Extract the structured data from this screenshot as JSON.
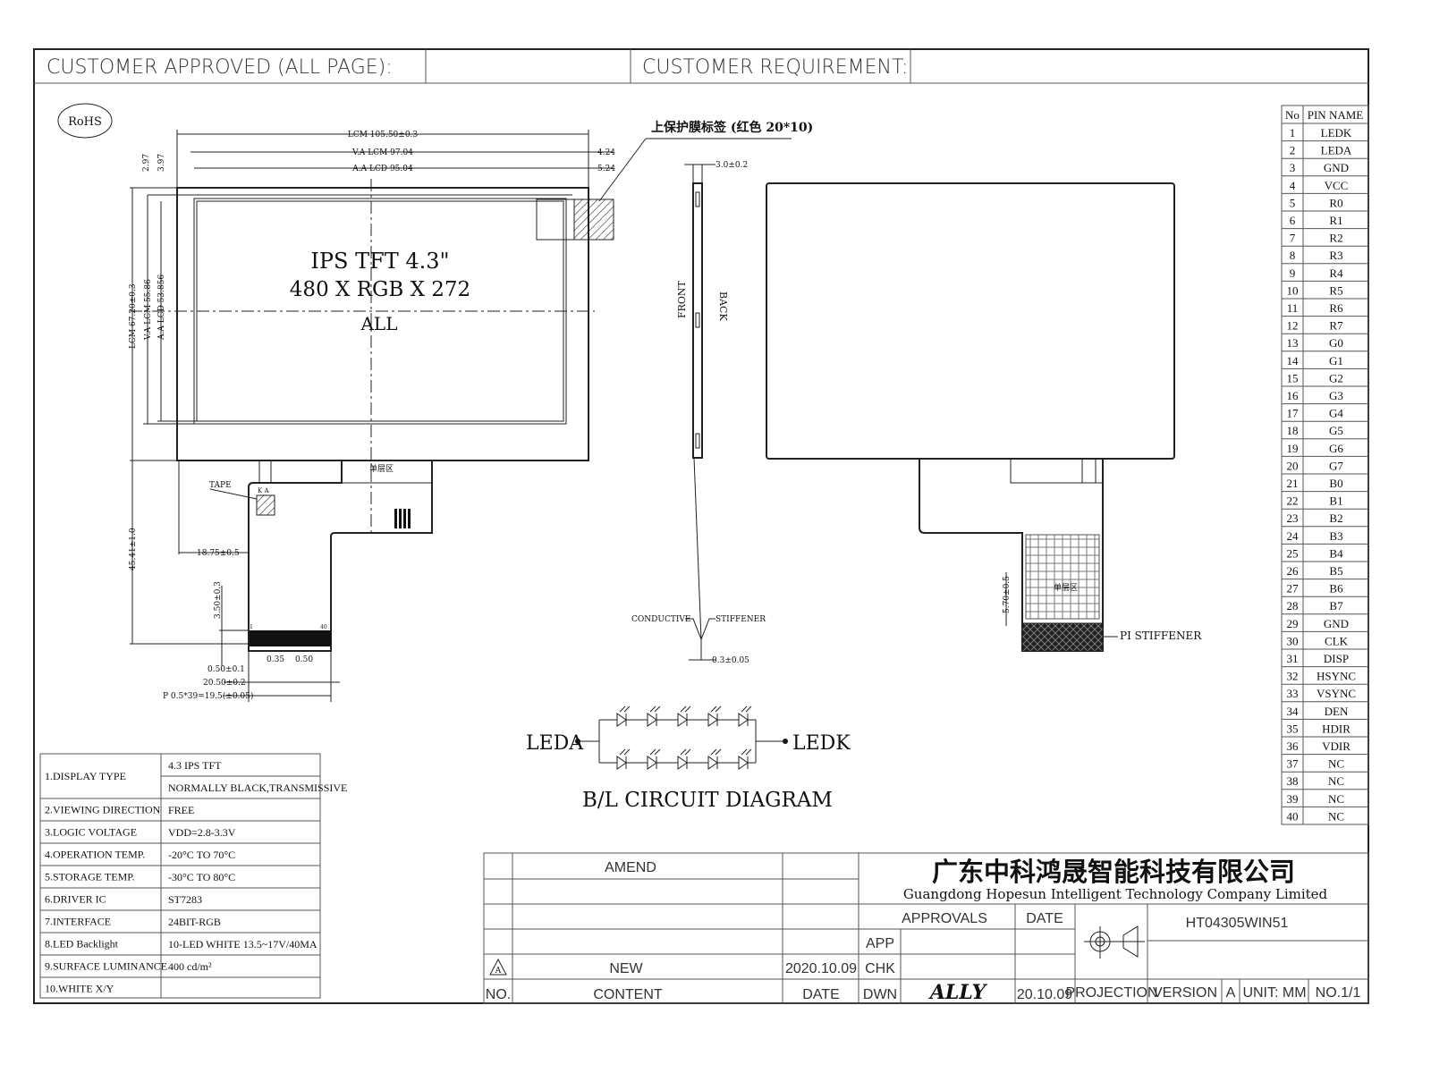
{
  "header": {
    "customer_approved": "CUSTOMER   APPROVED   (ALL   PAGE):",
    "customer_requirement": "CUSTOMER   REQUIREMENT:"
  },
  "rohs": "RoHS",
  "front_view": {
    "title": "IPS TFT 4.3\"",
    "resolution": "480 X RGB X 272",
    "all": "ALL",
    "dim_lcm_w": "LCM 105.50±0.3",
    "dim_va_w": "V.A LCM 97.04",
    "dim_aa_w": "A.A LCD 95.04",
    "dim_r1": "4.24",
    "dim_r2": "5.24",
    "dim_t1": "2.97",
    "dim_t2": "3.97",
    "dim_lcm_h": "LCM 67.20±0.3",
    "dim_va_h": "V.A LCM 55.86",
    "dim_aa_h": "A.A LCD 53.856",
    "dim_fpc_len": "45.41±1.0",
    "dim_fpc_off": "18.75±0.5",
    "dim_stiff": "3.50±0.3",
    "dim_p035": "0.35",
    "dim_p050": "0.50",
    "dim_pitch": "0.50±0.1",
    "dim_width": "20.50±0.2",
    "dim_pins": "P 0.5*39=19.5(±0.05)",
    "tape": "TAPE",
    "ka": "K A",
    "single_layer": "单层区",
    "pin1": "1",
    "pin40": "40",
    "label_note": "上保护膜标签 (红色 20*10)"
  },
  "side_view": {
    "thickness": "3.0±0.2",
    "front": "FRONT",
    "back": "BACK",
    "conductive": "CONDUCTIVE",
    "stiffener": "STIFFENER",
    "stiff_thk": "0.3±0.05"
  },
  "back_view": {
    "single_layer": "单层区",
    "dim": "5.70±0.5",
    "pi_stiffener": "PI STIFFENER"
  },
  "circuit": {
    "leda": "LEDA",
    "ledk": "LEDK",
    "title": "B/L CIRCUIT DIAGRAM"
  },
  "specs": [
    {
      "label": "1.DISPLAY TYPE",
      "values": [
        "4.3 IPS TFT",
        "NORMALLY BLACK,TRANSMISSIVE"
      ]
    },
    {
      "label": "2.VIEWING DIRECTION",
      "values": [
        "FREE"
      ]
    },
    {
      "label": "3.LOGIC VOLTAGE",
      "values": [
        "VDD=2.8-3.3V"
      ]
    },
    {
      "label": "4.OPERATION TEMP.",
      "values": [
        "-20°C TO 70°C"
      ]
    },
    {
      "label": "5.STORAGE TEMP.",
      "values": [
        "-30°C TO 80°C"
      ]
    },
    {
      "label": "6.DRIVER IC",
      "values": [
        "ST7283"
      ]
    },
    {
      "label": "7.INTERFACE",
      "values": [
        "24BIT-RGB"
      ]
    },
    {
      "label": "8.LED Backlight",
      "values": [
        "10-LED WHITE 13.5~17V/40MA"
      ]
    },
    {
      "label": "9.SURFACE LUMINANCE",
      "values": [
        "400 cd/m²"
      ]
    },
    {
      "label": "10.WHITE X/Y",
      "values": [
        ""
      ]
    }
  ],
  "pins": {
    "header_no": "No",
    "header_name": "PIN NAME",
    "names": [
      "LEDK",
      "LEDA",
      "GND",
      "VCC",
      "R0",
      "R1",
      "R2",
      "R3",
      "R4",
      "R5",
      "R6",
      "R7",
      "G0",
      "G1",
      "G2",
      "G3",
      "G4",
      "G5",
      "G6",
      "G7",
      "B0",
      "B1",
      "B2",
      "B3",
      "B4",
      "B5",
      "B6",
      "B7",
      "GND",
      "CLK",
      "DISP",
      "HSYNC",
      "VSYNC",
      "DEN",
      "HDIR",
      "VDIR",
      "NC",
      "NC",
      "NC",
      "NC"
    ]
  },
  "title_block": {
    "amend": "AMEND",
    "rev_mark": "A",
    "rev_content": "NEW",
    "rev_date": "2020.10.09",
    "no": "NO.",
    "content": "CONTENT",
    "date": "DATE",
    "company_cn": "广东中科鸿晟智能科技有限公司",
    "company_en": "Guangdong Hopesun Intelligent Technology Company Limited",
    "approvals": "APPROVALS",
    "approvals_date": "DATE",
    "app": "APP",
    "chk": "CHK",
    "dwn": "DWN",
    "dwn_name": "ALLY",
    "dwn_date": "20.10.09",
    "part_no": "HT04305WIN51",
    "projection": "PROJECTION",
    "version_label": "VERSION",
    "version": "A",
    "unit": "UNIT: MM",
    "sheet": "NO.1/1"
  }
}
